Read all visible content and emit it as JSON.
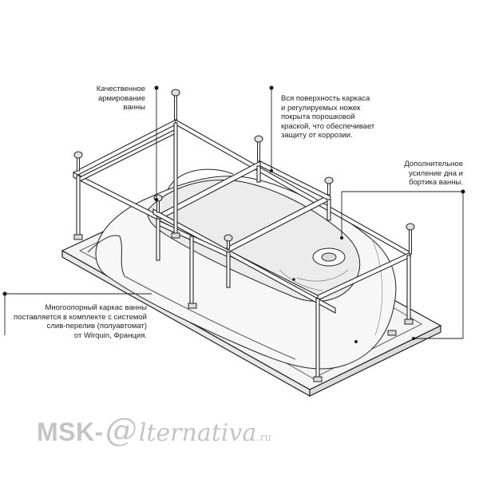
{
  "annotations": {
    "reinforcement": "Качественное\nармирование\nванны",
    "coating": "Вся поверхность каркаса\nи регулируемых ножек\nпокрыта порошковой\nкраской, что обеспечивает\nзащиту от коррозии.",
    "extra_reinforcement": "Дополнительное\nусиление дна и\nбортика ванны.",
    "frame_kit": "Многоопорный каркас ванны\nпоставляется в комплекте с системой\nслив-перелив (полуавтомат)\nот Wirquin, Франция."
  },
  "watermark": {
    "msk": "MSK-",
    "at": "@",
    "rest": "lternativa",
    "tld": ".ru"
  }
}
